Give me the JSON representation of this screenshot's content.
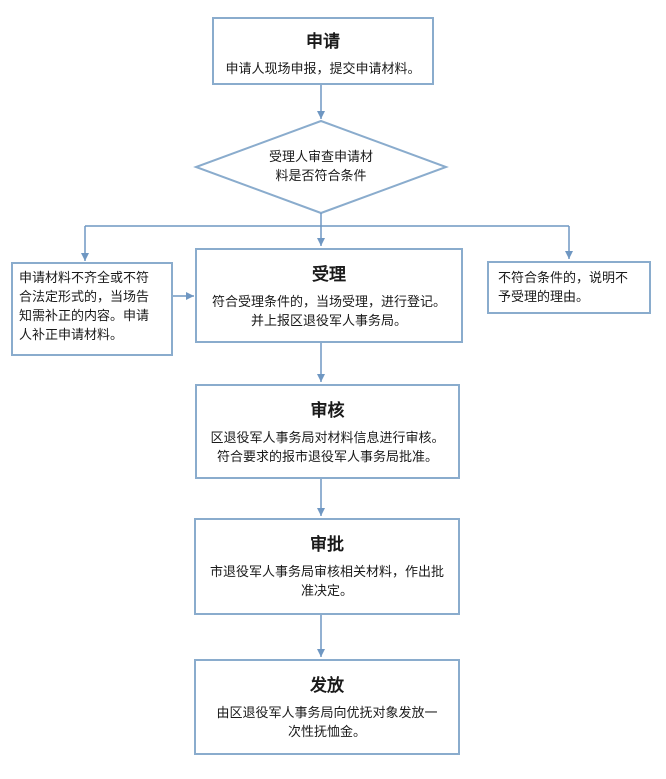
{
  "steps": {
    "apply": {
      "title": "申请",
      "lines": [
        "申请人现场申报，提交申请材料。"
      ]
    },
    "decision": {
      "lines": [
        "受理人审查申请材",
        "料是否符合条件"
      ]
    },
    "accept": {
      "title": "受理",
      "lines": [
        "符合受理条件的，当场受理，进行登记。",
        "并上报区退役军人事务局。"
      ]
    },
    "review": {
      "title": "审核",
      "lines": [
        "区退役军人事务局对材料信息进行审核。",
        "符合要求的报市退役军人事务局批准。"
      ]
    },
    "approve": {
      "title": "审批",
      "lines": [
        "市退役军人事务局审核相关材料，作出批",
        "准决定。"
      ]
    },
    "issue": {
      "title": "发放",
      "lines": [
        "由区退役军人事务局向优抚对象发放一",
        "次性抚恤金。"
      ]
    }
  },
  "branches": {
    "incomplete": {
      "lines": [
        "申请材料不齐全或不符",
        "合法定形式的，当场告",
        "知需补正的内容。申请",
        "人补正申请材料。"
      ]
    },
    "rejected": {
      "lines": [
        "不符合条件的，说明不",
        "予受理的理由。"
      ]
    }
  },
  "colors": {
    "border": "#8aaccd",
    "arrow": "#6f97c2"
  }
}
